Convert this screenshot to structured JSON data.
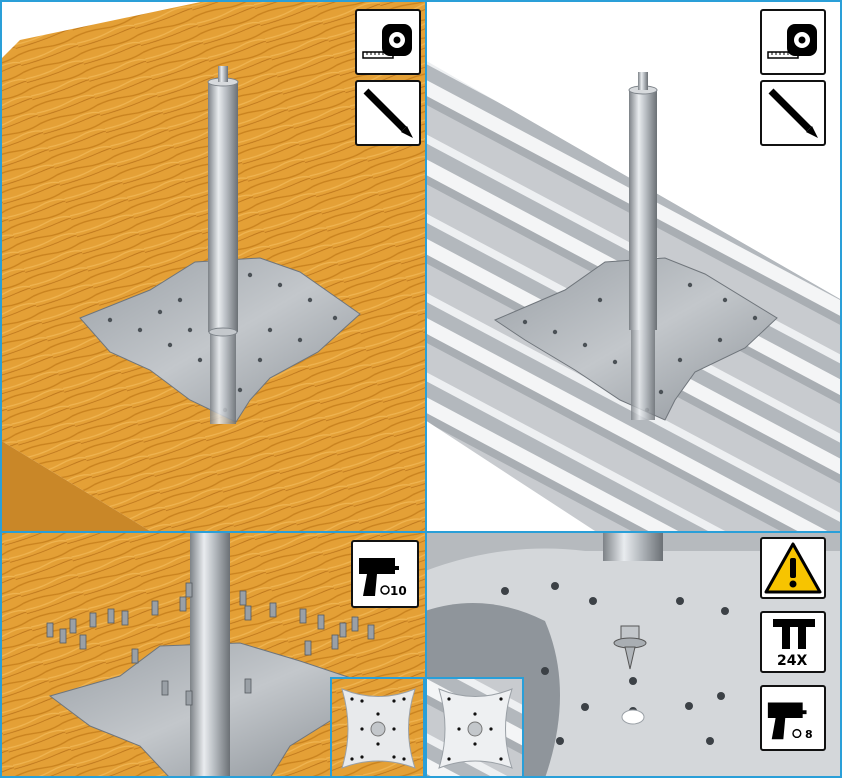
{
  "panels": {
    "top_left": {
      "surface": "wood",
      "icons": [
        "tape-measure-icon",
        "pencil-icon"
      ]
    },
    "top_right": {
      "surface": "corrugated-metal",
      "icons": [
        "tape-measure-icon",
        "pencil-icon"
      ]
    },
    "bottom_left": {
      "surface": "wood",
      "icons": [
        "drill-icon"
      ],
      "drill_label": "10"
    },
    "bottom_right": {
      "surface": "corrugated-metal",
      "icons": [
        "warning-icon",
        "screw-count-icon",
        "drill-icon"
      ],
      "screw_count_label": "24X",
      "drill_label": "8"
    }
  },
  "colors": {
    "frame": "#2a9fd8",
    "warning": "#f7c400",
    "wood": "#e09a2f",
    "metal": "#c8cbcf"
  }
}
